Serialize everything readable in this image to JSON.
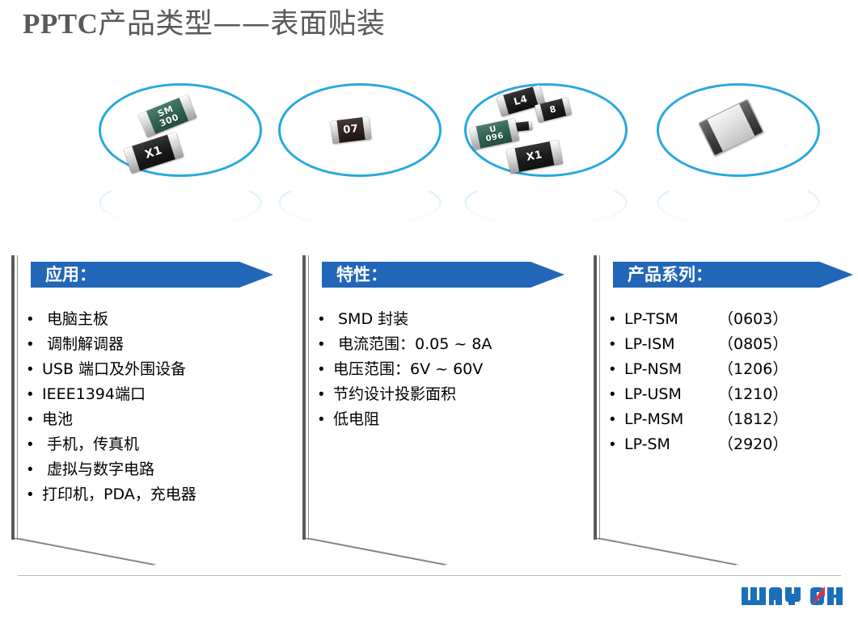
{
  "slide": {
    "title_latin": "PPTC",
    "title_cjk": "产品类型——表面贴装",
    "accent_blue": "#2266b8",
    "ellipse_cyan": "#28a8e0",
    "title_color": "#595959"
  },
  "photos": [
    {
      "caption_alt": "smd-pptc-photo-1",
      "parts": [
        {
          "mark": "SM\n300",
          "color": "green"
        },
        {
          "mark": "X1",
          "color": "black"
        }
      ]
    },
    {
      "caption_alt": "smd-pptc-photo-2",
      "parts": [
        {
          "mark": "07",
          "color": "brown"
        }
      ]
    },
    {
      "caption_alt": "smd-pptc-photo-3",
      "parts": [
        {
          "mark": "L4",
          "color": "black"
        },
        {
          "mark": "8",
          "color": "black"
        },
        {
          "mark": "",
          "color": "black"
        },
        {
          "mark": "U\n096",
          "color": "green"
        },
        {
          "mark": "X1",
          "color": "black"
        }
      ]
    },
    {
      "caption_alt": "smd-pptc-photo-4",
      "parts": [
        {
          "mark": "",
          "color": "white"
        }
      ]
    }
  ],
  "columns": [
    {
      "id": "applications",
      "banner_label": "应用：",
      "bullet_char": "•",
      "items": [
        "电脑主板",
        "调制解调器",
        "USB 端口及外围设备",
        "IEEE1394端口",
        "电池",
        "手机，传真机",
        "虚拟与数字电路",
        "打印机，PDA，充电器"
      ]
    },
    {
      "id": "characteristics",
      "banner_label": "特性：",
      "bullet_char": "•",
      "items": [
        "SMD 封装",
        "电流范围：0.05 ~ 8A",
        "电压范围：6V ~ 60V",
        "节约设计投影面积",
        "低电阻"
      ]
    },
    {
      "id": "product-series",
      "banner_label": "产品系列：",
      "bullet_char": "•",
      "series": [
        {
          "name": "LP-TSM",
          "size": "（0603）"
        },
        {
          "name": "LP-ISM",
          "size": "（0805）"
        },
        {
          "name": "LP-NSM",
          "size": "（1206）"
        },
        {
          "name": "LP-USM",
          "size": "（1210）"
        },
        {
          "name": "LP-MSM",
          "size": "（1812）"
        },
        {
          "name": "LP-SM",
          "size": "（2920）"
        }
      ]
    }
  ],
  "footer": {
    "logo_text": "WAYON",
    "logo_blue": "#1a6fba",
    "logo_red": "#e0324b"
  }
}
